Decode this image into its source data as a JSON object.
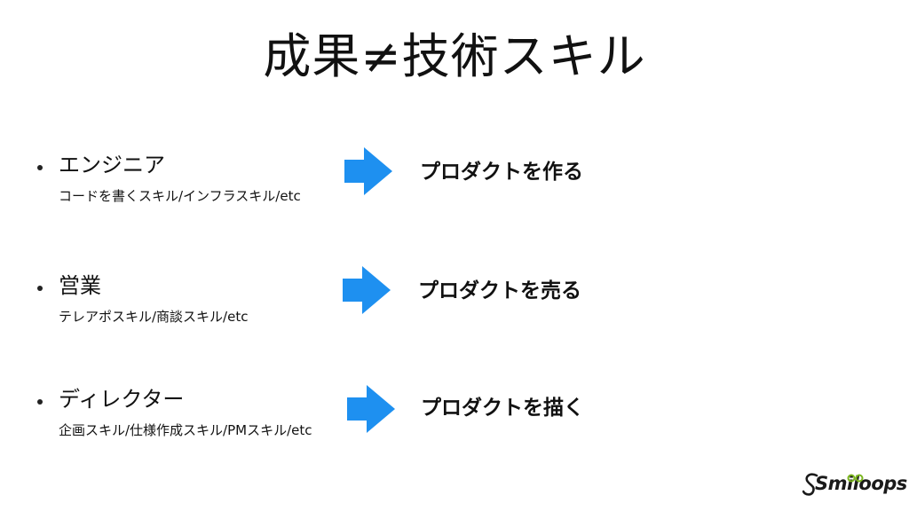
{
  "title": "成果≠技術スキル",
  "rows": [
    {
      "heading": "エンジニア",
      "detail": "コードを書くスキル/インフラスキル/etc",
      "result": "プロダクトを作る"
    },
    {
      "heading": "営業",
      "detail": "テレアポスキル/商談スキル/etc",
      "result": "プロダクトを売る"
    },
    {
      "heading": "ディレクター",
      "detail": "企画スキル/仕様作成スキル/PMスキル/etc",
      "result": "プロダクトを描く"
    }
  ],
  "logo": {
    "text": "Smiloops",
    "accent_color": "#7ab51d"
  },
  "colors": {
    "arrow": "#1e90f0",
    "text": "#111111"
  },
  "icons": [
    "right-arrow-icon",
    "smiloops-logo"
  ]
}
